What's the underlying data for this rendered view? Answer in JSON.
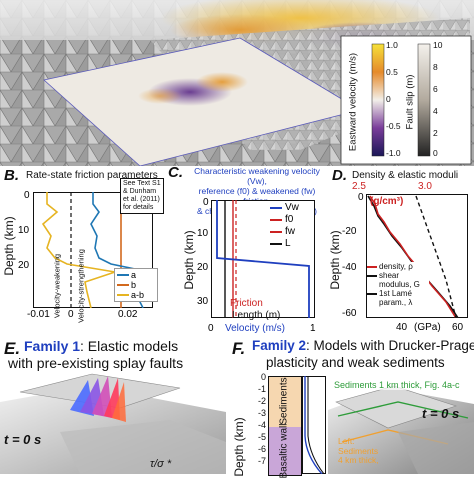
{
  "panelA": {
    "colorbar_velocity": {
      "label": "Eastward velocity (m/s)",
      "ticks": [
        "1.0",
        "0.5",
        "0",
        "-0.5",
        "-1.0"
      ]
    },
    "colorbar_slip": {
      "label": "Fault slip (m)",
      "ticks": [
        "10",
        "8",
        "6",
        "4",
        "2",
        "0"
      ]
    }
  },
  "panelB": {
    "letter": "B.",
    "title": "Rate-state friction parameters",
    "note": [
      "See Text S1",
      "& Dunham",
      "et al. (2011)",
      "for details"
    ],
    "ylabel": "Depth (km)",
    "yticks": [
      "0",
      "10",
      "20"
    ],
    "xticks": [
      "-0.01",
      "0",
      "0.02"
    ],
    "legend": [
      "a",
      "b",
      "a-b"
    ],
    "annot_left": "Velocity-weakening",
    "annot_right": "Velocity-strengthening",
    "colors": {
      "a": "#1f77b4",
      "b": "#d2691e",
      "a-b": "#e6b422"
    }
  },
  "panelC": {
    "letter": "C.",
    "title": [
      "Characteristic weakening velocity (Vw),",
      "reference (f0) & weakened (fw) friction,",
      "& characteristic slip distance (L)"
    ],
    "ylabel": "Depth (km)",
    "yticks": [
      "0",
      "10",
      "20",
      "30"
    ],
    "xticks": [
      "0",
      "1"
    ],
    "legend": [
      "Vw",
      "f0",
      "fw",
      "L"
    ],
    "xlabel_friction": "Friction",
    "xlabel_length": "Length (m)",
    "xlabel_velocity": "Velocity (m/s)",
    "colors": {
      "Vw": "#1f3fbf",
      "f0": "#cc2222",
      "fw": "#cc2222",
      "L": "#111111"
    }
  },
  "panelD": {
    "letter": "D.",
    "title": "Density & elastic moduli",
    "top_ticks": [
      "2.5",
      "3.0"
    ],
    "top_unit": "(g/cm³)",
    "ylabel": "Depth (km)",
    "yticks": [
      "0",
      "-20",
      "-40",
      "-60"
    ],
    "xticks": [
      "40",
      "60"
    ],
    "xunit": "(GPa)",
    "legend": [
      "density, ρ",
      "shear modulus, G",
      "1st Lamé param., λ"
    ]
  },
  "panelE": {
    "letter": "E.",
    "title_strong": "Family 1",
    "title_rest": ": Elastic models",
    "subtitle": "with pre-existing splay faults",
    "time": "t = 0 s",
    "stress_label": "τ/σ *"
  },
  "panelF": {
    "letter": "F.",
    "title_strong": "Family 2",
    "title_rest": ": Models with Drucker-Prager",
    "subtitle": "plasticity and weak sediments",
    "ylabel": "Depth (km)",
    "yticks": [
      "0",
      "-1",
      "-2",
      "-3",
      "-4",
      "-5",
      "-6",
      "-7"
    ],
    "layer_sediments": "Sediments",
    "layer_basaltic": "Basaltic wall",
    "annot_top": "Sediments 1 km thick, Fig. 4a-c",
    "annot_left": [
      "Left:",
      "Sediments",
      "4 km thick,"
    ],
    "time": "t = 0 s"
  }
}
